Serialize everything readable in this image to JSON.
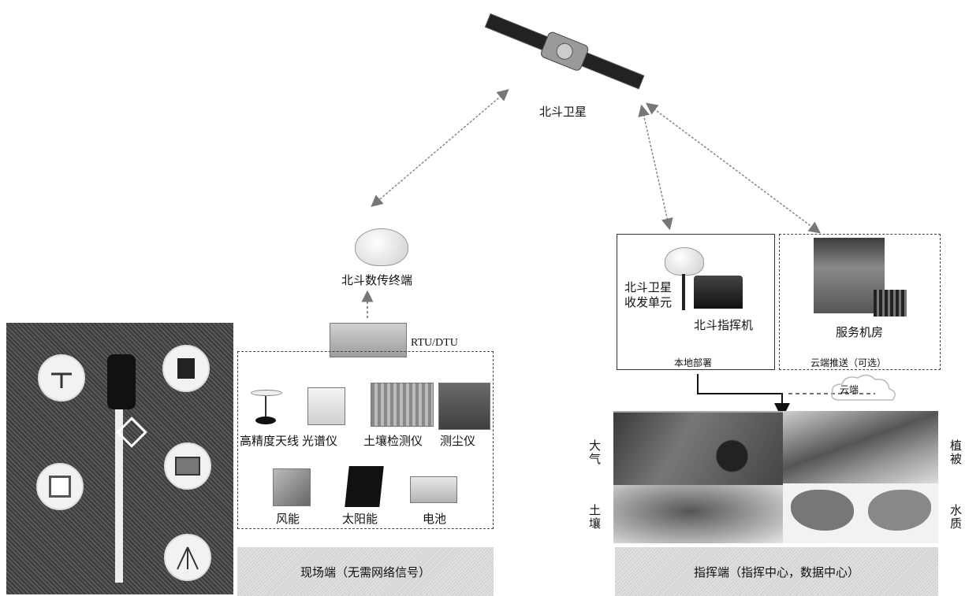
{
  "top": {
    "satellite_label": "北斗卫星"
  },
  "field": {
    "terminal_label": "北斗数传终端",
    "rtu_label": "RTU/DTU",
    "devices": [
      "高精度天线",
      "光谱仪",
      "土壤检测仪",
      "测尘仪"
    ],
    "power": [
      "风能",
      "太阳能",
      "电池"
    ],
    "caption": "现场端（无需网络信号）"
  },
  "command": {
    "transceiver_label": "北斗卫星\n收发单元",
    "commander_label": "北斗指挥机",
    "local_deploy": "本地部署",
    "server_room": "服务机房",
    "cloud_push": "云端推送（可选）",
    "cloud": "云端",
    "left_top": "大气",
    "left_bottom": "土壤",
    "right_top": "植被",
    "right_bottom": "水质",
    "caption": "指挥端（指挥中心，数据中心）"
  }
}
